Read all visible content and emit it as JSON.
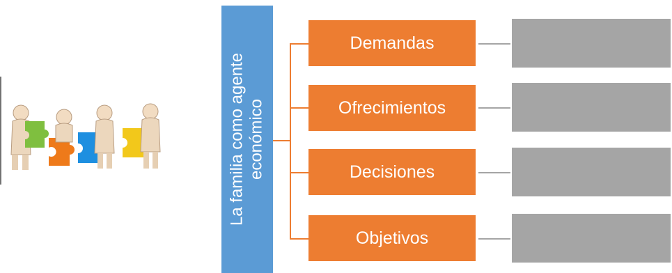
{
  "diagram": {
    "root_label_line1": "La familia como agente",
    "root_label_line2": "económico",
    "items": [
      {
        "label": "Demandas"
      },
      {
        "label": "Ofrecimientos"
      },
      {
        "label": "Decisiones"
      },
      {
        "label": "Objetivos"
      }
    ]
  },
  "colors": {
    "root": "#5b9bd5",
    "items": "#ed7d31",
    "placeholder_boxes": "#a5a5a5"
  },
  "illustration": {
    "icon": "puzzle-people-icon"
  }
}
